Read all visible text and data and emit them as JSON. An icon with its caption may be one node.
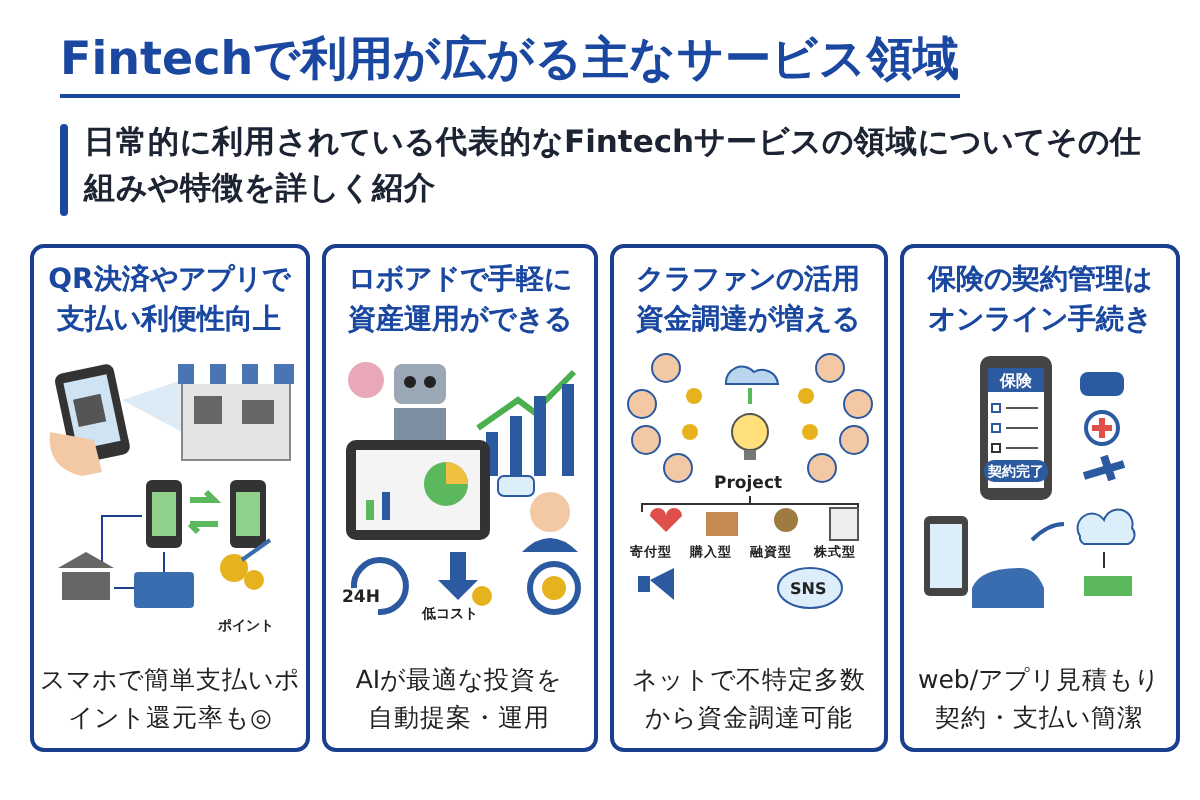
{
  "diagram": {
    "title": "Fintechで利用が広がる主なサービス領域",
    "nodes": [
      {
        "text": [
          "QR決済やアプリで支払い利便性向上",
          "スマホで簡単支払いポイント還元率も◎"
        ]
      },
      {
        "text": [
          "ロボアドで手軽に資産運用ができる",
          "AIが最適な投資を自動提案・運用"
        ]
      },
      {
        "text": [
          "クラファンの活用資金調達が増える",
          "ネットで不特定多数から資金調達可能"
        ]
      },
      {
        "text": [
          "保険の契約管理はオンライン手続き",
          "web/アプリ見積もり契約・支払い簡潔"
        ]
      }
    ],
    "edges": [],
    "labels": [
      "日常的に利用されている代表的なFintechサービスの領域についてその仕組みや特徴を詳しく紹介",
      "ポイント",
      "24H",
      "低コスト",
      "Project",
      "寄付型",
      "購入型",
      "融資型",
      "株式型",
      "SNS",
      "保険",
      "契約完了"
    ]
  }
}
